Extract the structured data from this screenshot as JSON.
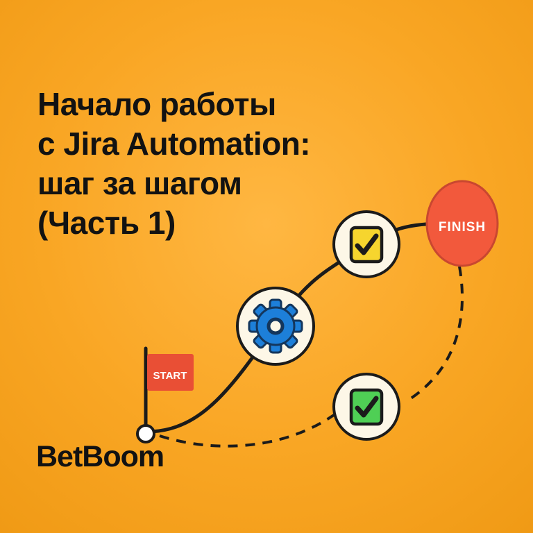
{
  "colors": {
    "background_outer": "#f09a15",
    "background_inner": "#ffb742",
    "title_text": "#121212",
    "line_stroke": "#1b1b1b",
    "node_fill": "#fdf7e7",
    "flag_fill": "#e94f35",
    "finish_fill": "#f2593c",
    "gear_fill": "#1d7fd9",
    "checkbox_yellow": "#f6d52e",
    "checkbox_green": "#4fcf55",
    "label_text": "#ffffff"
  },
  "title": {
    "lines": [
      "Начало работы",
      "с Jira Automation:",
      "шаг за шагом",
      "(Часть 1)"
    ]
  },
  "brand": {
    "name": "BetBoom"
  },
  "flowchart": {
    "start": {
      "label": "START"
    },
    "finish": {
      "label": "FINISH"
    },
    "icons": [
      "gear-icon",
      "checkbox-checked-yellow-icon",
      "checkbox-checked-green-icon",
      "start-flag-icon"
    ]
  }
}
